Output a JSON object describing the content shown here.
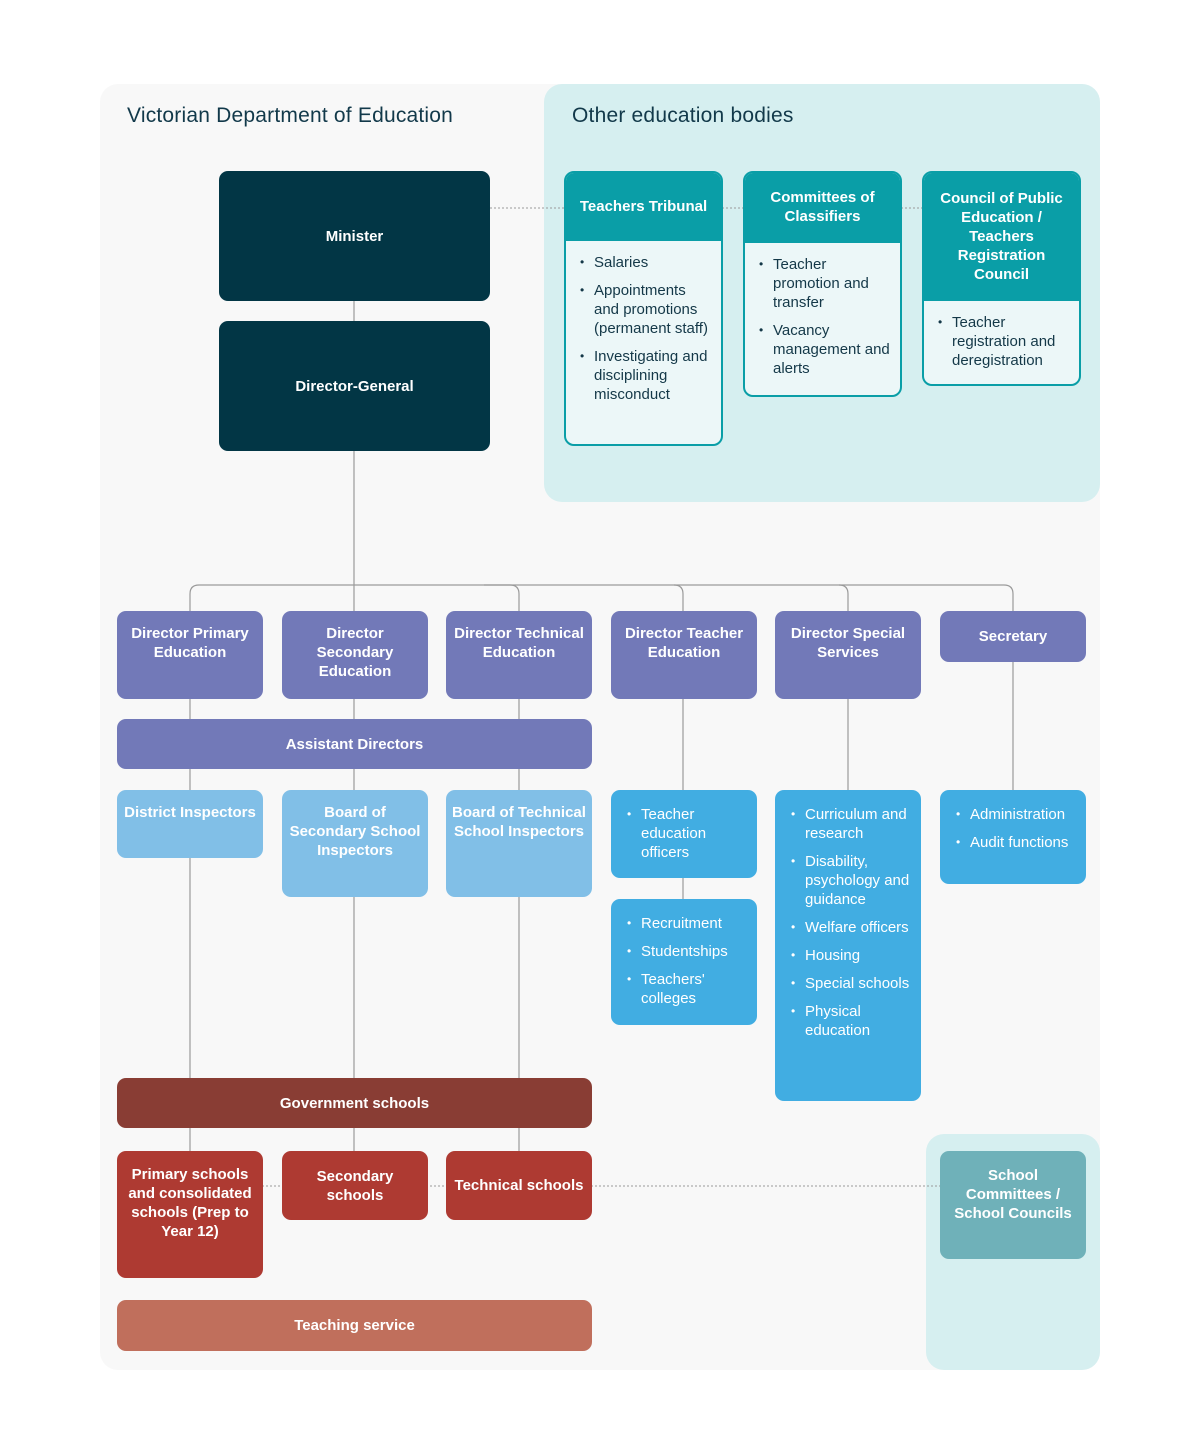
{
  "headings": {
    "left": "Victorian Department of Education",
    "right": "Other education bodies"
  },
  "top": {
    "minister": "Minister",
    "director_general": "Director-General"
  },
  "bodies": [
    {
      "title": "Teachers Tribunal",
      "items": [
        "Salaries",
        "Appointments and promotions (permanent staff)",
        "Investigating and disciplining misconduct"
      ]
    },
    {
      "title": "Committees of Classifiers",
      "items": [
        "Teacher promotion and transfer",
        "Vacancy management and alerts"
      ]
    },
    {
      "title": "Council of Public Education / Teachers Registration Council",
      "items": [
        "Teacher registration and deregistration"
      ]
    }
  ],
  "directors": [
    "Director Primary Education",
    "Director Secondary Education",
    "Director Technical Education",
    "Director Teacher Education",
    "Director Special Services",
    "Secretary"
  ],
  "assistant_directors": "Assistant Directors",
  "inspectors": [
    "District Inspectors",
    "Board of Secondary School Inspectors",
    "Board of Technical School Inspectors"
  ],
  "teacher_education": {
    "officers": [
      "Teacher education officers"
    ],
    "functions": [
      "Recruitment",
      "Studentships",
      "Teachers' colleges"
    ]
  },
  "special_services": [
    "Curriculum and research",
    "Disability, psychology and guidance",
    "Welfare officers",
    "Housing",
    "Special schools",
    "Physical education"
  ],
  "secretary_functions": [
    "Administration",
    "Audit functions"
  ],
  "government_schools": "Government schools",
  "schools": [
    "Primary schools and consolidated schools (Prep to Year 12)",
    "Secondary schools",
    "Technical schools"
  ],
  "school_committees": "School Committees / School Councils",
  "teaching_service": "Teaching service",
  "colors": {
    "navy": "#023645",
    "purple": "#7279b8",
    "light_blue": "#81bfe7",
    "blue": "#41ade2",
    "teal": "#0a9ea7",
    "maroon": "#893d34",
    "red": "#ae3a32",
    "salmon": "#c06f5c"
  }
}
